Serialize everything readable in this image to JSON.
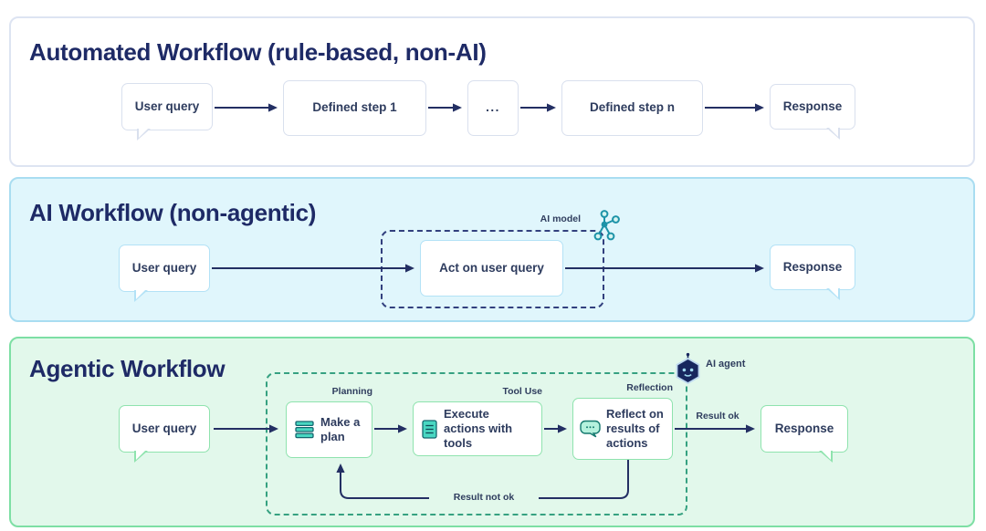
{
  "panels": {
    "automated": {
      "title": "Automated Workflow (rule-based, non-AI)",
      "nodes": {
        "user_query": "User query",
        "step1": "Defined step 1",
        "ellipsis": "...",
        "step_n": "Defined step n",
        "response": "Response"
      }
    },
    "ai": {
      "title": "AI Workflow (non-agentic)",
      "model_label": "AI model",
      "nodes": {
        "user_query": "User query",
        "act": "Act on user query",
        "response": "Response"
      }
    },
    "agentic": {
      "title": "Agentic Workflow",
      "agent_label": "AI agent",
      "stage_labels": {
        "planning": "Planning",
        "tool_use": "Tool Use",
        "reflection": "Reflection"
      },
      "nodes": {
        "user_query": "User query",
        "plan": "Make a plan",
        "execute": "Execute actions with tools",
        "reflect": "Reflect on results of actions",
        "response": "Response"
      },
      "edge_labels": {
        "result_ok": "Result ok",
        "result_not_ok": "Result not ok"
      }
    }
  },
  "icons": {
    "ai_model": "network-nodes-icon",
    "ai_agent": "robot-hexagon-icon",
    "plan": "stacked-layers-icon",
    "execute": "document-checklist-icon",
    "reflect": "chat-bubble-dots-icon"
  },
  "colors": {
    "title_navy": "#1e2a66",
    "arrow_navy": "#232f63",
    "automated_panel_bg": "#ffffff",
    "automated_panel_border": "#dde4f2",
    "ai_panel_bg": "#e0f6fc",
    "ai_panel_border": "#a9ddf1",
    "agentic_panel_bg": "#e2f8eb",
    "agentic_panel_border": "#7ddfa4",
    "teal_icon": "#4fd8c4",
    "dashed_navy": "#32407e",
    "dashed_green": "#36a181"
  }
}
